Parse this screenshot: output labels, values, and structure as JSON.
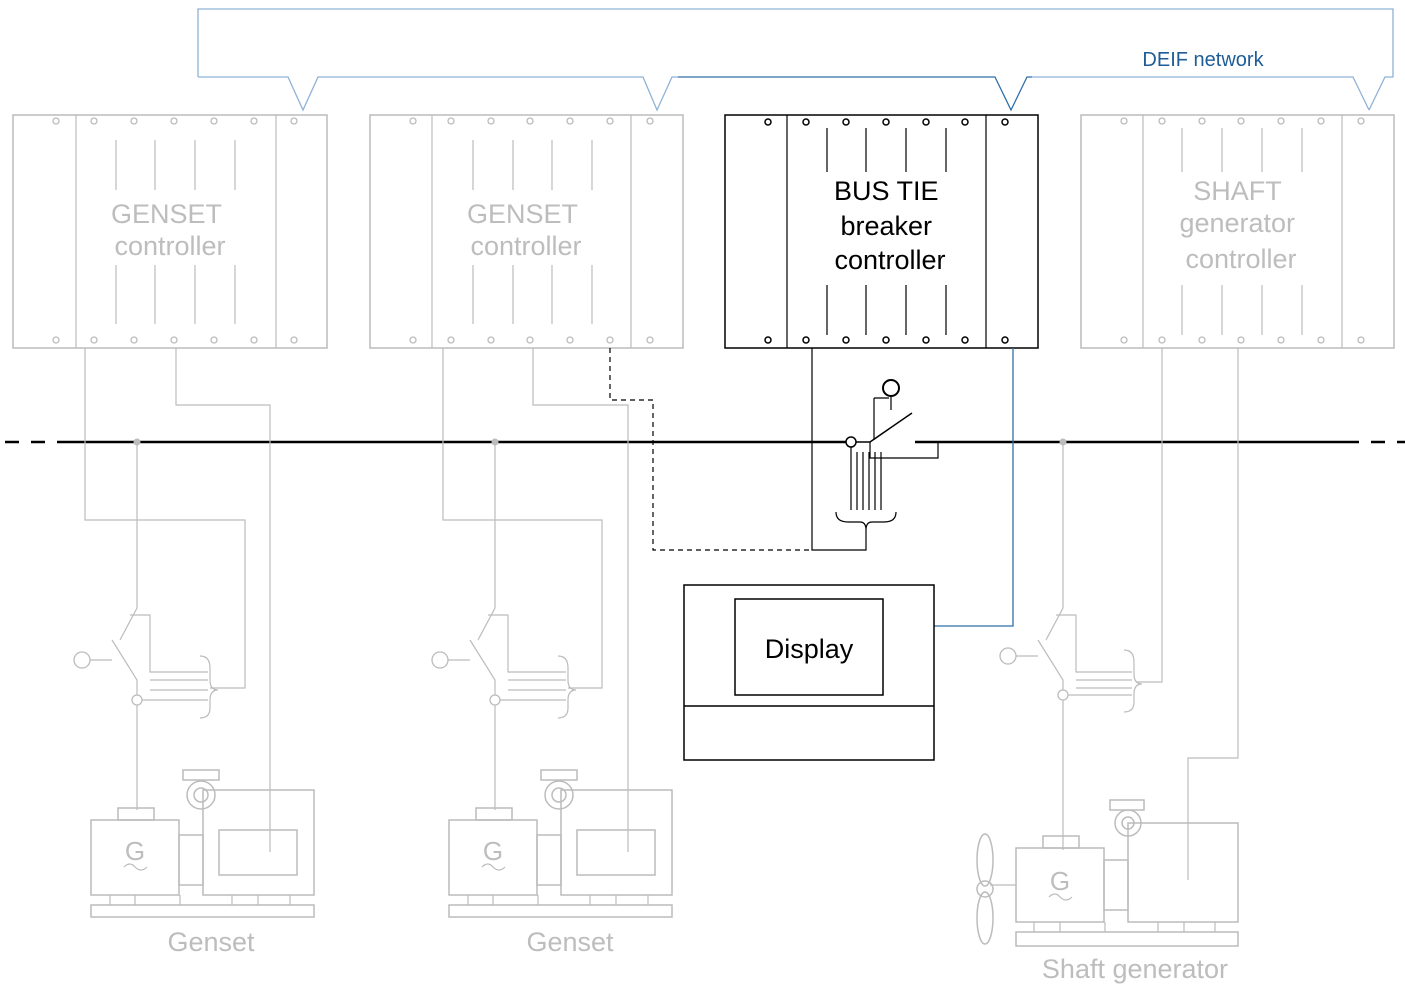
{
  "network": {
    "label": "DEIF network"
  },
  "controllers": [
    {
      "id": "genset-1",
      "lines": [
        "GENSET",
        "controller"
      ],
      "active": false
    },
    {
      "id": "genset-2",
      "lines": [
        "GENSET",
        "controller"
      ],
      "active": false
    },
    {
      "id": "bus-tie",
      "lines": [
        "BUS TIE",
        "breaker",
        "controller"
      ],
      "active": true
    },
    {
      "id": "shaft",
      "lines": [
        "SHAFT",
        "generator",
        "controller"
      ],
      "active": false
    }
  ],
  "display": {
    "label": "Display"
  },
  "generator_symbol": "G",
  "machines": [
    {
      "id": "genset-1",
      "label": "Genset"
    },
    {
      "id": "genset-2",
      "label": "Genset"
    },
    {
      "id": "shaft",
      "label": "Shaft generator"
    }
  ],
  "colors": {
    "active": "#000000",
    "inactive": "#bcbcbc",
    "network": "#2f6fa8",
    "network_label": "#1f5d96"
  },
  "icons": [
    "genset-icon",
    "shaft-generator-icon",
    "propeller-icon",
    "breaker-icon"
  ]
}
